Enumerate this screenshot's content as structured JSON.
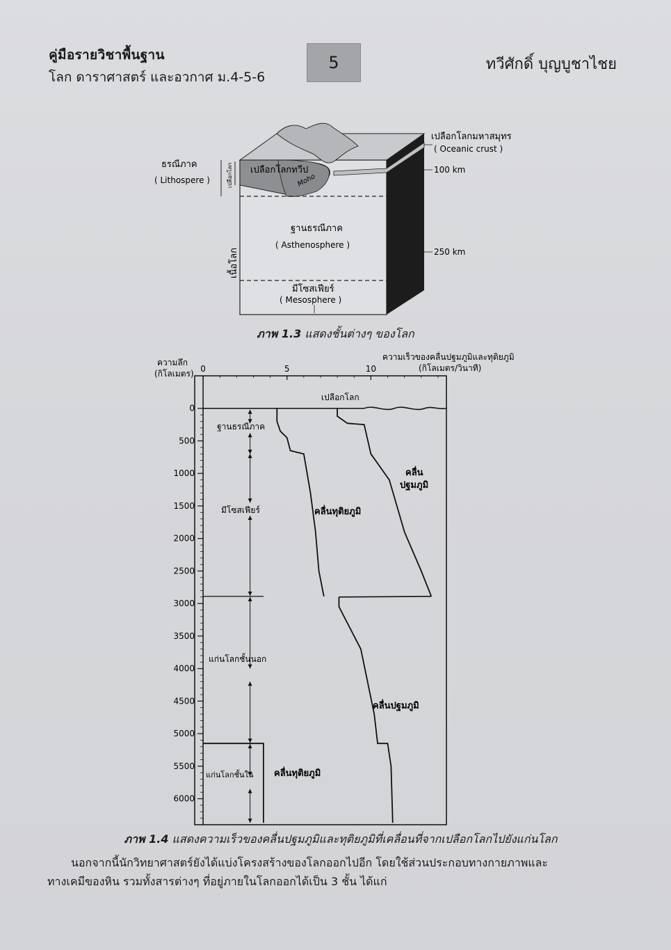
{
  "header": {
    "book_title": "คู่มือรายวิชาพื้นฐาน",
    "book_subtitle": "โลก ดาราศาสตร์ และอวกาศ ม.4-5-6",
    "page_number": "5",
    "author": "ทวีศักดิ์ บุญบูชาไชย"
  },
  "figure_1_3": {
    "oceanic_crust_th": "เปลือกโลกมหาสมุทร",
    "oceanic_crust_en": "( Oceanic crust )",
    "continental_crust_th": "เปลือกโลกทวีป",
    "moho": "Moho",
    "lithosphere_th": "ธรณีภาค",
    "lithosphere_en": "( Lithospere )",
    "crust_label": "เปลือกโลก",
    "mantle_label": "เนื้อโลก",
    "asthenosphere_th": "ฐานธรณีภาค",
    "asthenosphere_en": "( Asthenosphere )",
    "mesosphere_th": "มีโซสเฟียร์",
    "mesosphere_en": "( Mesosphere )",
    "depth_100": "100 km",
    "depth_250": "250 km",
    "caption_label": "ภาพ 1.3",
    "caption_text": "แสดงชั้นต่างๆ ของโลก"
  },
  "chart_data": {
    "type": "line",
    "title": "",
    "xlabel": "ความเร็วของคลื่นปฐมภูมิและทุติยภูมิ",
    "xlabel_unit": "(กิโลเมตร/วินาที)",
    "ylabel": "ความลึก",
    "ylabel_unit": "(กิโลเมตร)",
    "x_ticks": [
      "0",
      "5",
      "10"
    ],
    "y_ticks": [
      "0",
      "500",
      "1000",
      "1500",
      "2000",
      "2500",
      "3000",
      "3500",
      "4000",
      "4500",
      "5000",
      "5500",
      "6000"
    ],
    "xlim": [
      -0.5,
      14.5
    ],
    "ylim": [
      -500,
      6400
    ],
    "series": [
      {
        "name": "คลื่นปฐมภูมิ",
        "segments": [
          [
            [
              8.0,
              0
            ],
            [
              8.0,
              120
            ],
            [
              8.6,
              230
            ],
            [
              9.6,
              250
            ],
            [
              10.0,
              700
            ],
            [
              11.1,
              1100
            ],
            [
              12.0,
              1900
            ],
            [
              13.0,
              2500
            ],
            [
              13.6,
              2890
            ]
          ],
          [
            [
              8.1,
              2900
            ],
            [
              8.1,
              3050
            ],
            [
              9.4,
              3700
            ],
            [
              10.2,
              4700
            ],
            [
              10.4,
              5150
            ],
            [
              11.0,
              5150
            ],
            [
              11.2,
              5500
            ],
            [
              11.3,
              6370
            ]
          ]
        ]
      },
      {
        "name": "คลื่นทุติยภูมิ",
        "segments": [
          [
            [
              4.4,
              0
            ],
            [
              4.4,
              200
            ],
            [
              4.6,
              350
            ],
            [
              5.0,
              450
            ],
            [
              5.2,
              650
            ],
            [
              6.0,
              700
            ],
            [
              6.4,
              1300
            ],
            [
              6.7,
              1900
            ],
            [
              6.9,
              2500
            ],
            [
              7.2,
              2890
            ]
          ],
          [
            [
              0.0,
              5150
            ],
            [
              3.6,
              5150
            ],
            [
              3.6,
              6370
            ]
          ]
        ]
      }
    ],
    "crust_line": {
      "label": "เปลือกโลก"
    },
    "layer_labels": [
      {
        "label": "ฐานธรณีภาค"
      },
      {
        "label": "มีโซสเฟียร์"
      },
      {
        "label": "แก่นโลกชั้นนอก"
      },
      {
        "label": "แก่นโลกชั้นใน"
      }
    ],
    "series_labels": {
      "p_wave_upper": "คลื่น",
      "p_wave_upper_2": "ปฐมภูมิ",
      "s_wave_upper": "คลื่นทุติยภูมิ",
      "p_wave_lower": "คลื่นปฐมภูมิ",
      "s_wave_lower": "คลื่นทุติยภูมิ"
    },
    "caption_label": "ภาพ 1.4",
    "caption_text": "แสดงความเร็วของคลื่นปฐมภูมิและทุติยภูมิที่เคลื่อนที่จากเปลือกโลกไปยังแก่นโลก"
  },
  "body": {
    "paragraph_line1": "นอกจากนี้นักวิทยาศาสตร์ยังได้แบ่งโครงสร้างของโลกออกไปอีก โดยใช้ส่วนประกอบทางกายภาพและ",
    "paragraph_line2": "ทางเคมีของหิน รวมทั้งสารต่างๆ ที่อยู่ภายในโลกออกได้เป็น 3 ชั้น ได้แก่"
  }
}
